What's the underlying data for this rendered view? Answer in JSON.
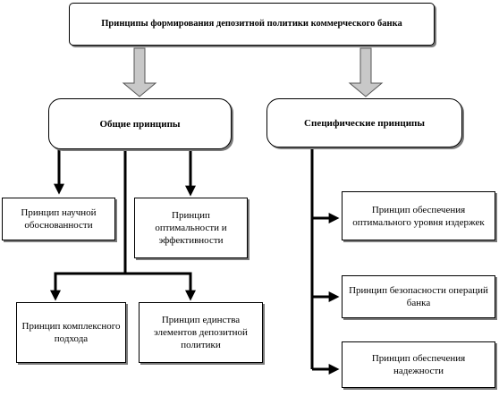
{
  "title": "Принципы формирования депозитной политики коммерческого банка",
  "general": {
    "label": "Общие принципы",
    "items": [
      "Принцип научной обоснованности",
      "Принцип оптимальности и эффективности",
      "Принцип комплексного подхода",
      "Принцип единства элементов депозитной политики"
    ]
  },
  "specific": {
    "label": "Специфические принципы",
    "items": [
      "Принцип обеспечения оптимального уровня издержек",
      "Принцип безопасности операций банка",
      "Принцип обеспечения надежности"
    ]
  }
}
